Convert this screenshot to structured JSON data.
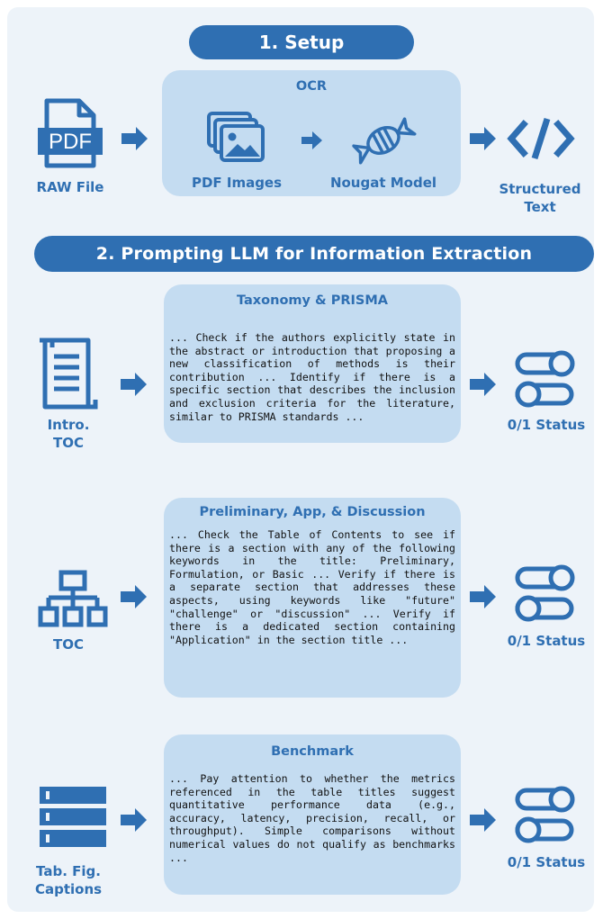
{
  "section1": {
    "title": "1. Setup",
    "raw_file_label": "RAW File",
    "pdf_icon_text": "PDF",
    "ocr_box": {
      "title": "OCR",
      "pdf_images_label": "PDF Images",
      "model_label": "Nougat Model"
    },
    "output_label_line1": "Structured",
    "output_label_line2": "Text"
  },
  "section2": {
    "title": "2. Prompting LLM for Information Extraction",
    "rows": [
      {
        "input_label_line1": "Intro.",
        "input_label_line2": "TOC",
        "box_title": "Taxonomy & PRISMA",
        "prompt": "... Check if the authors explicitly state in the abstract or introduction that proposing a new classification of methods is their contribution ... Identify if there is a specific section that describes the inclusion and exclusion criteria for the literature, similar to PRISMA standards ...",
        "status_label": "0/1 Status"
      },
      {
        "input_label_line1": "TOC",
        "input_label_line2": "",
        "box_title": "Preliminary, App, & Discussion",
        "prompt": "... Check the Table of Contents to see if there is a section with any of the following keywords in the title: Preliminary, Formulation, or Basic ... Verify if there is a separate section that addresses these aspects, using keywords like \"future\" \"challenge\" or \"discussion\" ... Verify if there is a dedicated section containing \"Application\" in the section title ...",
        "status_label": "0/1 Status"
      },
      {
        "input_label_line1": "Tab. Fig.",
        "input_label_line2": "Captions",
        "box_title": "Benchmark",
        "prompt": "... Pay attention to whether the metrics referenced in the table titles suggest quantitative performance data (e.g., accuracy, latency, precision, recall, or throughput). Simple comparisons without numerical values do not qualify as benchmarks ...",
        "status_label": "0/1 Status"
      }
    ]
  },
  "colors": {
    "accent": "#2f6fb2",
    "panel": "#edf3f9",
    "box": "#c4dcf1"
  }
}
